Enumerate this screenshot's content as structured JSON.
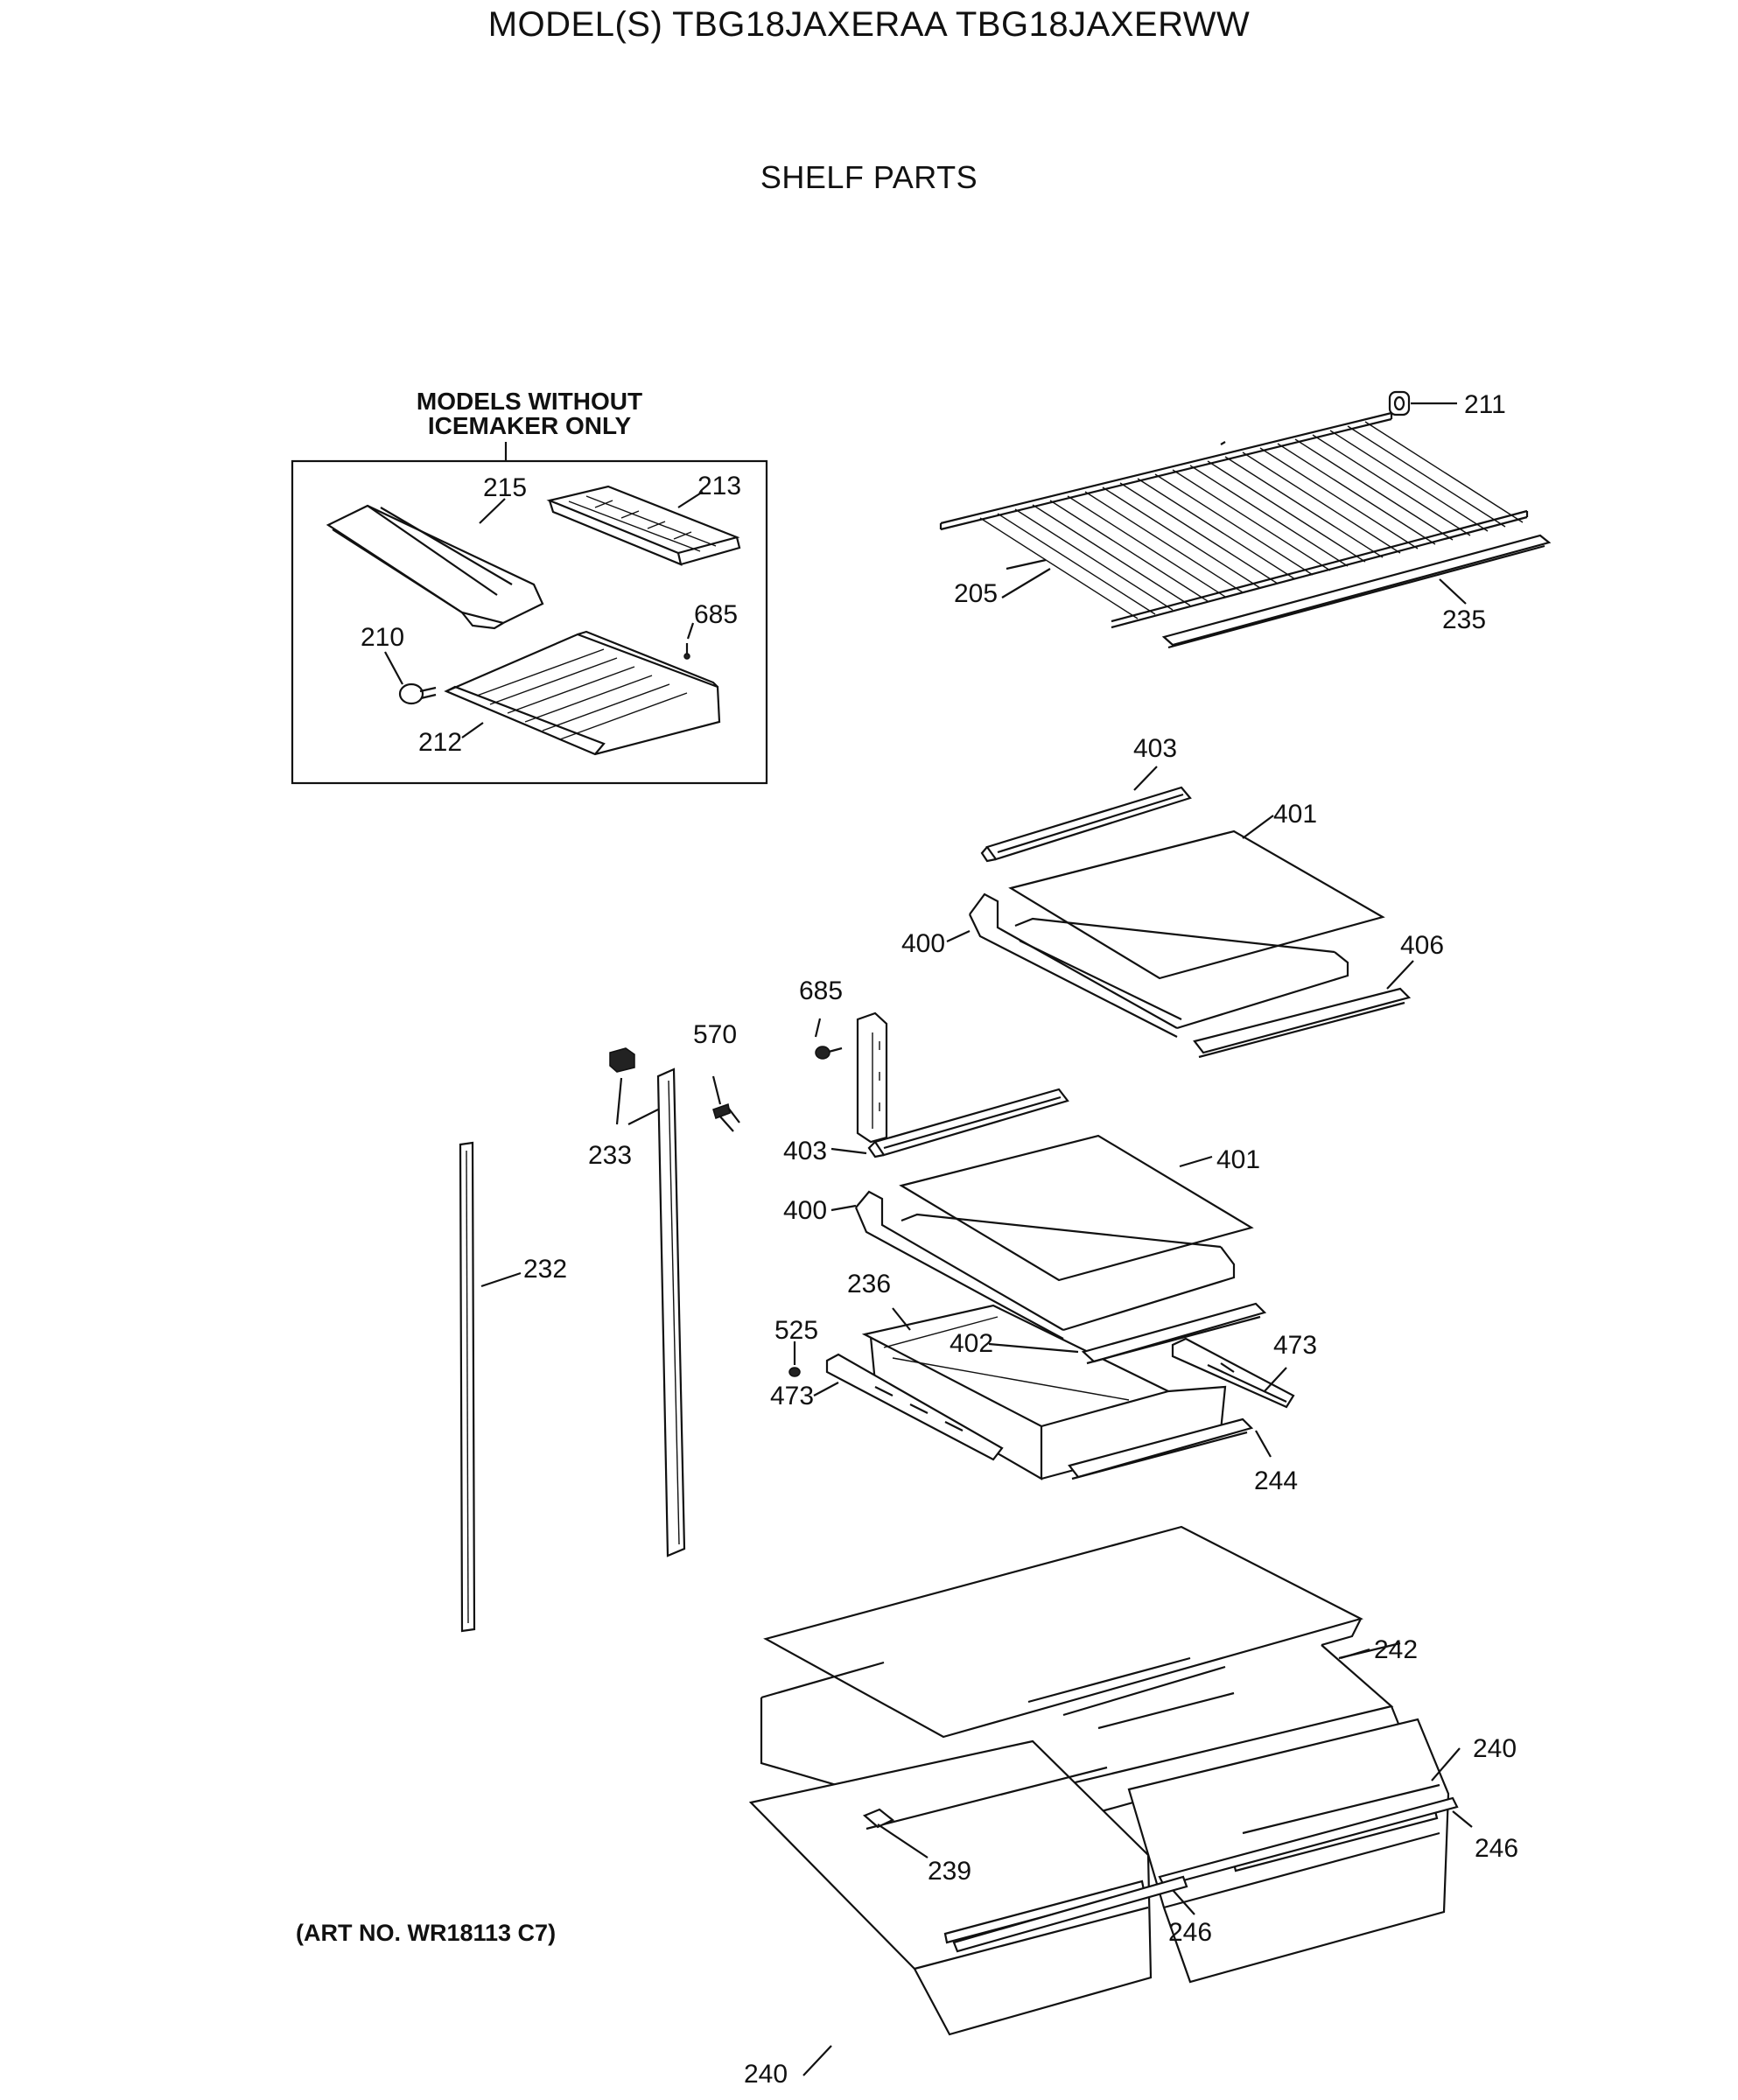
{
  "header": {
    "model_title": "MODEL(S) TBG18JAXERAA   TBG18JAXERWW",
    "section_title": "SHELF PARTS"
  },
  "inset": {
    "caption_line1": "MODELS WITHOUT",
    "caption_line2": "ICEMAKER ONLY"
  },
  "footer": {
    "art_no": "(ART NO. WR18113 C7)"
  },
  "callouts": {
    "c211": "211",
    "c205": "205",
    "c235": "235",
    "c215": "215",
    "c213": "213",
    "c210": "210",
    "c685a": "685",
    "c212": "212",
    "c403a": "403",
    "c401a": "401",
    "c400a": "400",
    "c406": "406",
    "c685b": "685",
    "c570": "570",
    "c233": "233",
    "c232": "232",
    "c403b": "403",
    "c401b": "401",
    "c400b": "400",
    "c236": "236",
    "c525": "525",
    "c402": "402",
    "c473a": "473",
    "c473b": "473",
    "c244": "244",
    "c242": "242",
    "c240a": "240",
    "c246a": "246",
    "c239": "239",
    "c246b": "246",
    "c240b": "240"
  }
}
